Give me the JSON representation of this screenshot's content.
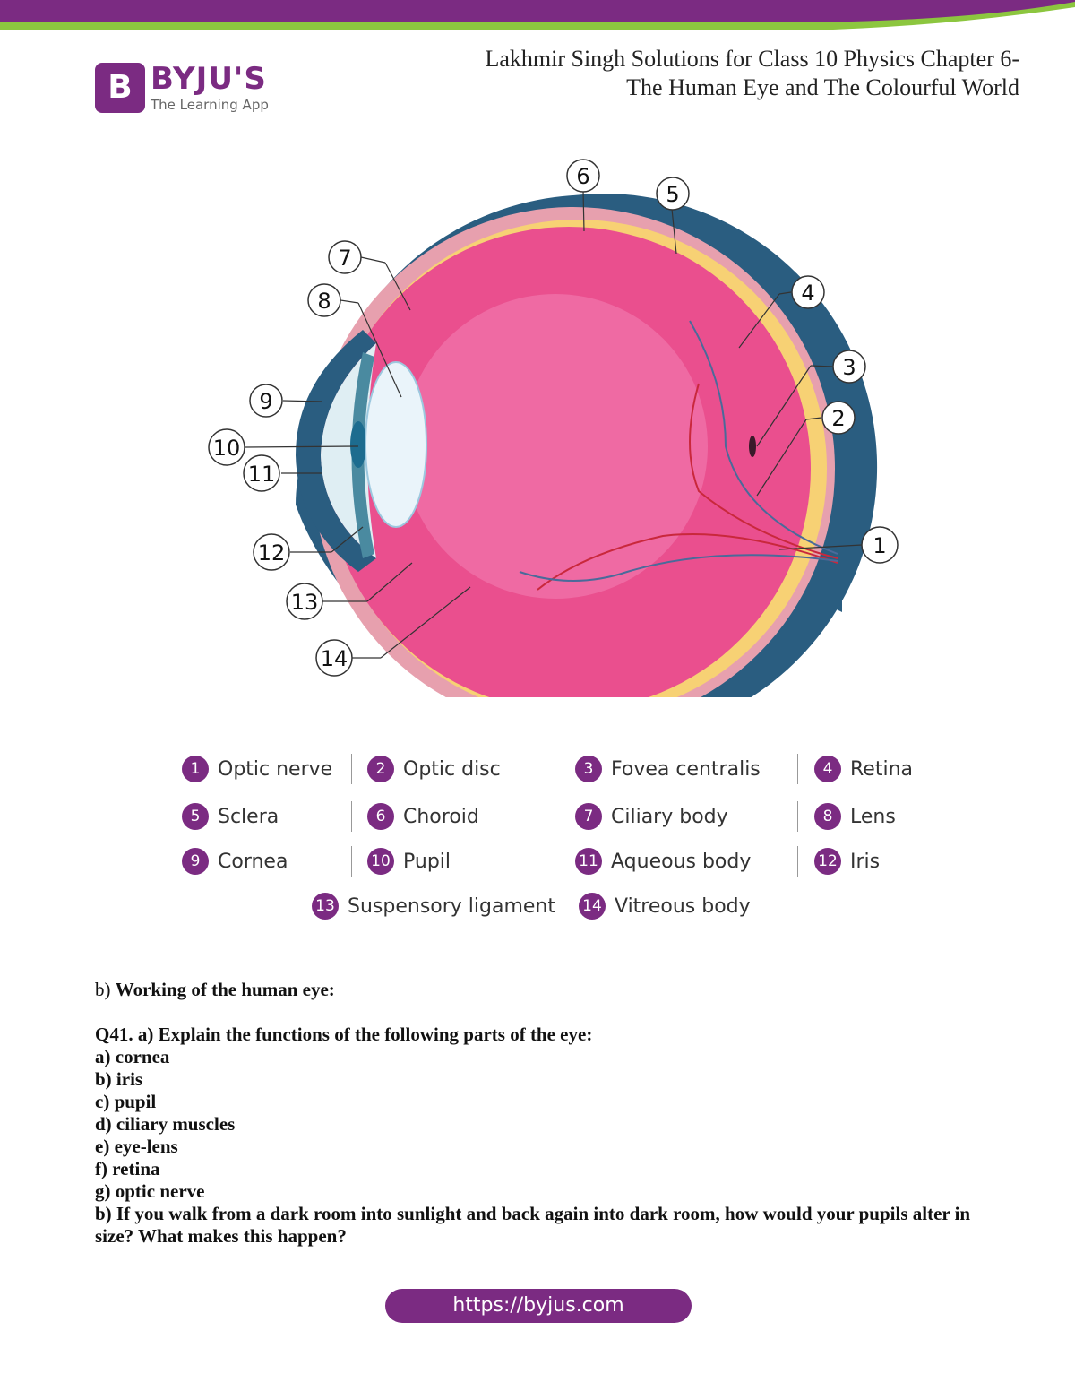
{
  "brand": {
    "logo_letter": "B",
    "name": "BYJU'S",
    "tagline": "The Learning App",
    "colors": {
      "primary": "#7b2b82",
      "accent": "#8cc63f"
    }
  },
  "header": {
    "line1": "Lakhmir Singh Solutions for Class 10 Physics Chapter 6-",
    "line2": "The Human Eye and The Colourful World"
  },
  "diagram": {
    "callouts": [
      "1",
      "2",
      "3",
      "4",
      "5",
      "6",
      "7",
      "8",
      "9",
      "10",
      "11",
      "12",
      "13",
      "14"
    ]
  },
  "legend": {
    "items": [
      {
        "num": "1",
        "label": "Optic nerve"
      },
      {
        "num": "2",
        "label": "Optic disc"
      },
      {
        "num": "3",
        "label": "Fovea centralis"
      },
      {
        "num": "4",
        "label": "Retina"
      },
      {
        "num": "5",
        "label": "Sclera"
      },
      {
        "num": "6",
        "label": "Choroid"
      },
      {
        "num": "7",
        "label": "Ciliary body"
      },
      {
        "num": "8",
        "label": "Lens"
      },
      {
        "num": "9",
        "label": "Cornea"
      },
      {
        "num": "10",
        "label": "Pupil"
      },
      {
        "num": "11",
        "label": "Aqueous body"
      },
      {
        "num": "12",
        "label": "Iris"
      },
      {
        "num": "13",
        "label": "Suspensory ligament"
      },
      {
        "num": "14",
        "label": "Vitreous body"
      }
    ]
  },
  "content": {
    "sub_prefix": "b) ",
    "sub_heading": "Working of the human eye:",
    "question_title": "Q41. a) Explain the functions of the following parts of the eye:",
    "parts": [
      "a) cornea",
      "b) iris",
      "c) pupil",
      "d) ciliary muscles",
      "e) eye-lens",
      "f) retina",
      "g) optic nerve"
    ],
    "question_b": "b) If you walk from a dark room into sunlight and back again into dark room, how would your pupils alter in size? What makes this happen?"
  },
  "footer": {
    "url": "https://byjus.com"
  }
}
